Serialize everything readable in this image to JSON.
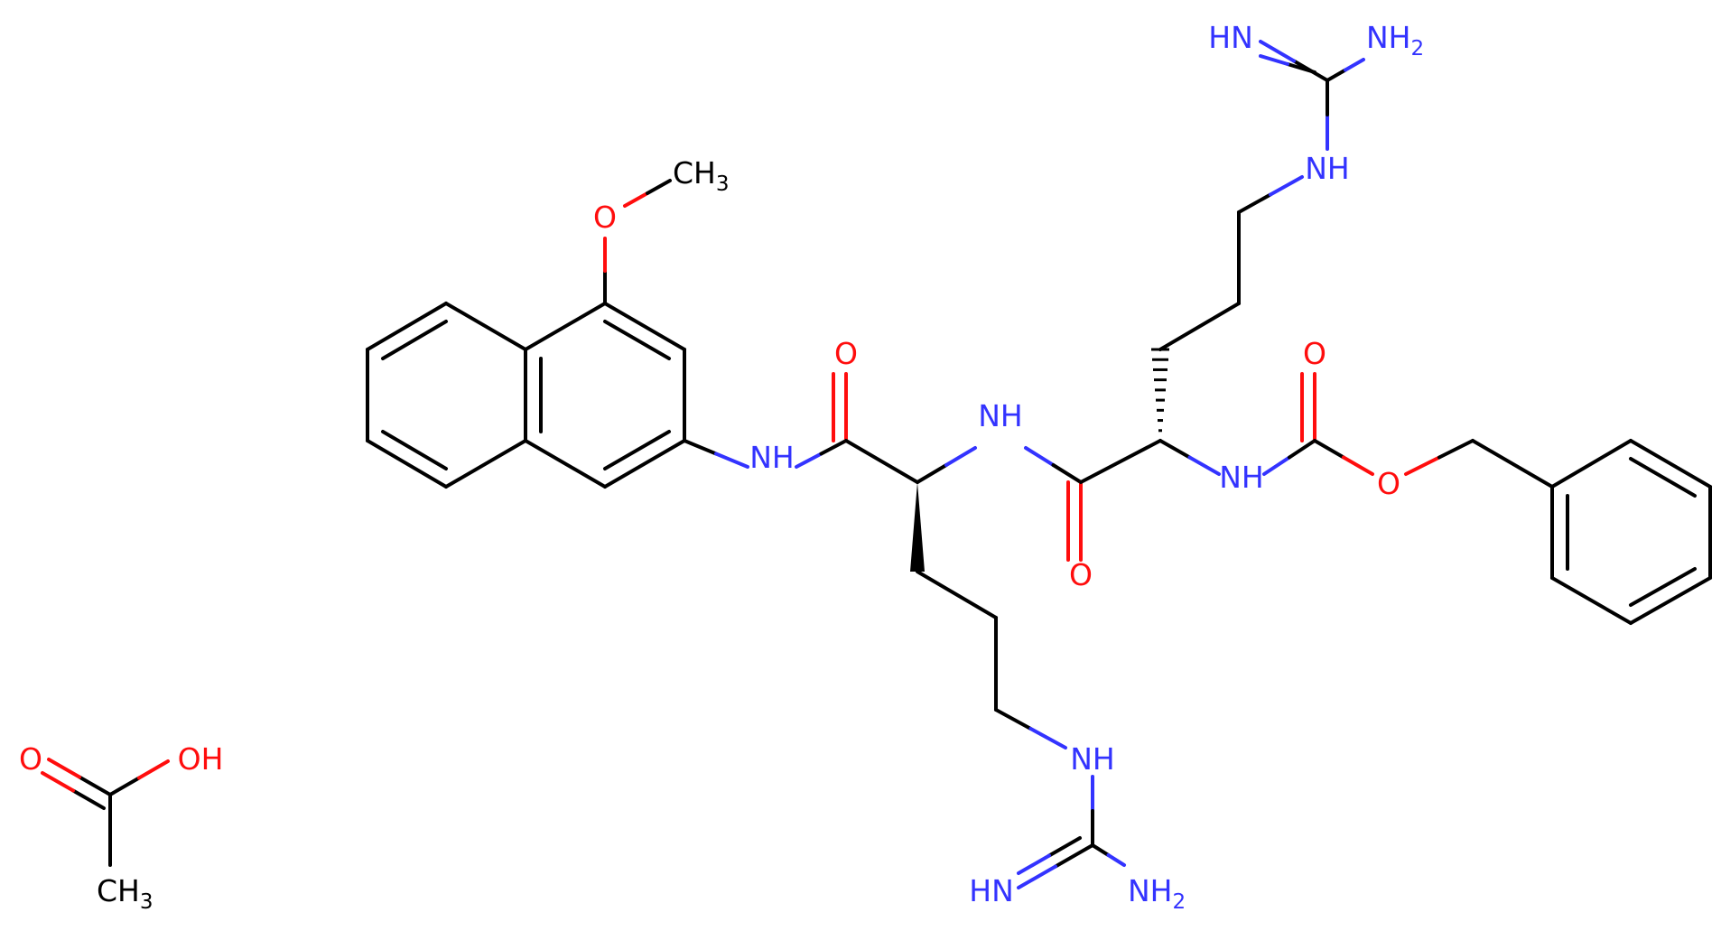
{
  "colors": {
    "bond": "#000000",
    "nitrogen": "#3333ff",
    "oxygen": "#ff0d0d",
    "carbon": "#000000",
    "background": "#ffffff"
  },
  "labels": {
    "methoxy_o": "O",
    "methoxy_ch": "CH",
    "methoxy_sub": "3",
    "anilide_nh": "NH",
    "amide1_o": "O",
    "amide2_nh": "NH",
    "amide2_o": "O",
    "carbamate_nh": "NH",
    "carbamate_co": "O",
    "carbamate_o": "O",
    "guan1_hn": "HN",
    "guan1_nh": "NH",
    "guan1_sub": "2",
    "guan1_link_nh": "NH",
    "guan2_link_nh": "NH",
    "guan2_hn": "HN",
    "guan2_nh": "NH",
    "guan2_sub": "2",
    "acid_o": "O",
    "acid_oh": "OH",
    "acid_ch": "CH",
    "acid_sub": "3"
  }
}
